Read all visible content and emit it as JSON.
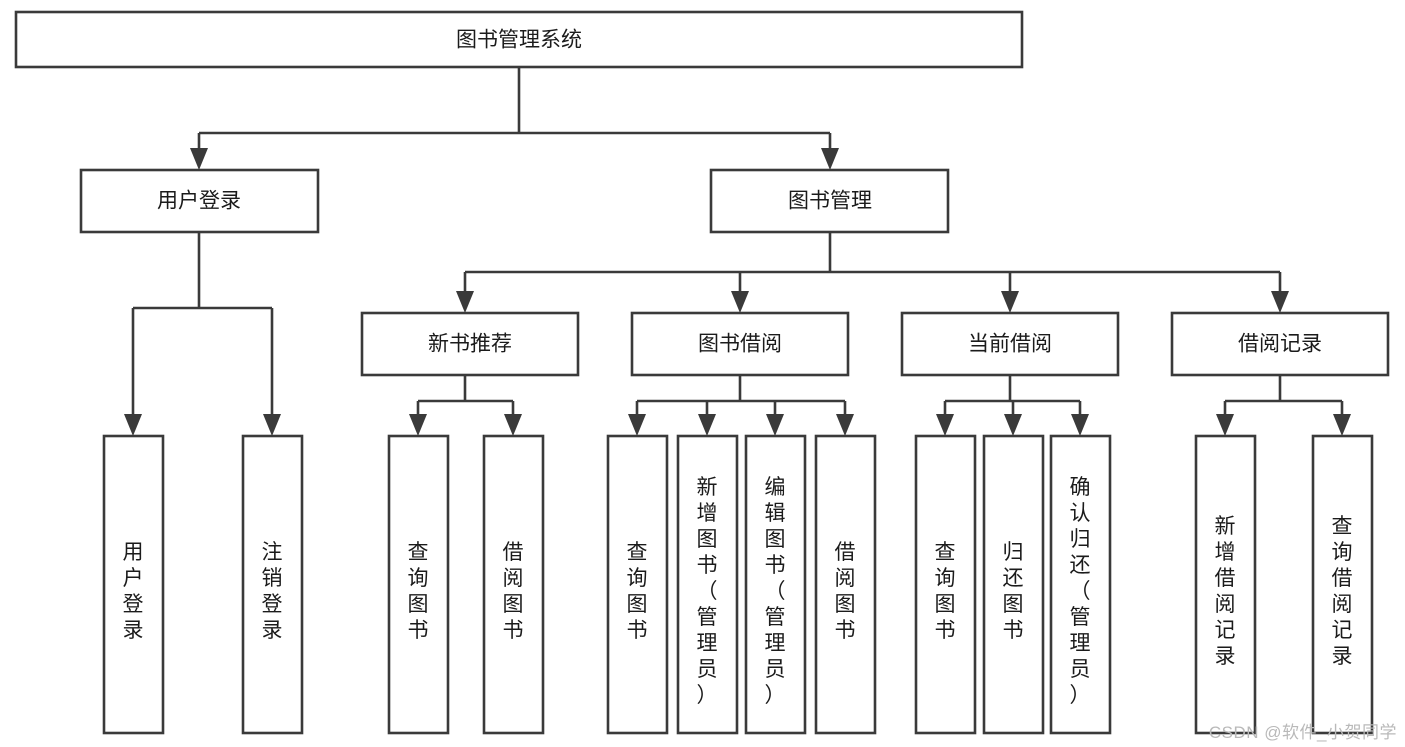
{
  "diagram": {
    "type": "tree-flowchart",
    "title": "图书管理系统",
    "watermark": "CSDN @软件_小贺同学",
    "colors": {
      "box_stroke": "#3a3a3a",
      "box_fill": "#ffffff",
      "text": "#1b1b1b",
      "connector": "#3a3a3a",
      "watermark": "#b9b9b9",
      "background": "#ffffff"
    },
    "root": {
      "label": "图书管理系统"
    },
    "level2": [
      {
        "label": "用户登录"
      },
      {
        "label": "图书管理"
      }
    ],
    "level3": [
      {
        "label": "新书推荐"
      },
      {
        "label": "图书借阅"
      },
      {
        "label": "当前借阅"
      },
      {
        "label": "借阅记录"
      }
    ],
    "leaves": {
      "user_login": [
        {
          "label": "用户登录"
        },
        {
          "label": "注销登录"
        }
      ],
      "new_book_recommend": [
        {
          "label": "查询图书"
        },
        {
          "label": "借阅图书"
        }
      ],
      "book_borrow": [
        {
          "label": "查询图书"
        },
        {
          "label": "新增图书（管理员）"
        },
        {
          "label": "编辑图书（管理员）"
        },
        {
          "label": "借阅图书"
        }
      ],
      "current_borrow": [
        {
          "label": "查询图书"
        },
        {
          "label": "归还图书"
        },
        {
          "label": "确认归还（管理员）"
        }
      ],
      "borrow_records": [
        {
          "label": "新增借阅记录"
        },
        {
          "label": "查询借阅记录"
        }
      ]
    }
  }
}
